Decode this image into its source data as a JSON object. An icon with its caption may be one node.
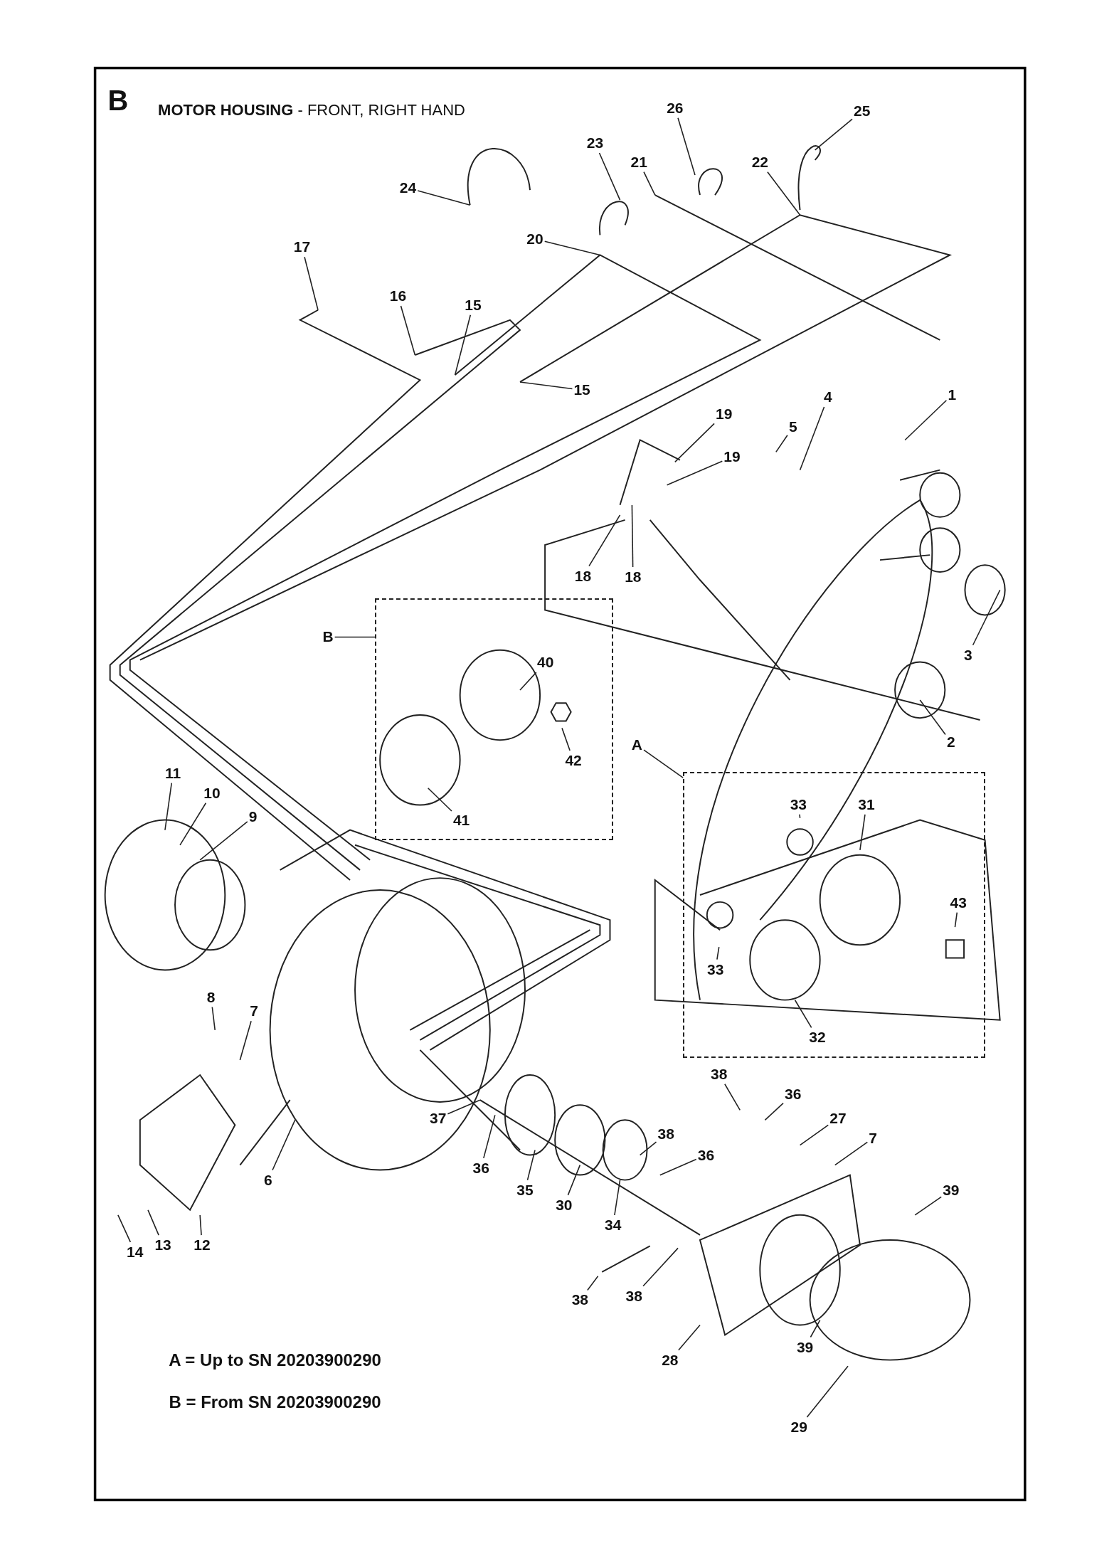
{
  "diagram": {
    "title": "**MOTOR HOUSING** - FRONT, RIGHT HAND",
    "nodes": [
      {
        "text": [
          "26"
        ]
      },
      {
        "text": [
          "25"
        ]
      },
      {
        "text": [
          "23"
        ]
      },
      {
        "text": [
          "21"
        ]
      },
      {
        "text": [
          "22"
        ]
      },
      {
        "text": [
          "24"
        ]
      },
      {
        "text": [
          "20"
        ]
      },
      {
        "text": [
          "17"
        ]
      },
      {
        "text": [
          "16"
        ]
      },
      {
        "text": [
          "15"
        ]
      },
      {
        "text": [
          "15"
        ]
      },
      {
        "text": [
          "1"
        ]
      },
      {
        "text": [
          "4"
        ]
      },
      {
        "text": [
          "19"
        ]
      },
      {
        "text": [
          "5"
        ]
      },
      {
        "text": [
          "19"
        ]
      },
      {
        "text": [
          "18"
        ]
      },
      {
        "text": [
          "18"
        ]
      },
      {
        "text": [
          "B"
        ]
      },
      {
        "text": [],
        "shape": "box"
      },
      {
        "text": [
          "40"
        ],
        "in": 19
      },
      {
        "text": [
          "41"
        ],
        "in": 19
      },
      {
        "text": [
          "42"
        ],
        "in": 19
      },
      {
        "text": [
          "3"
        ]
      },
      {
        "text": [
          "A"
        ]
      },
      {
        "text": [],
        "shape": "box"
      },
      {
        "text": [
          "33"
        ],
        "in": 25
      },
      {
        "text": [
          "31"
        ],
        "in": 25
      },
      {
        "text": [
          "43"
        ],
        "in": 25
      },
      {
        "text": [
          "33"
        ],
        "in": 25
      },
      {
        "text": [
          "32"
        ],
        "in": 25
      },
      {
        "text": [
          "2"
        ]
      },
      {
        "text": [
          "11"
        ]
      },
      {
        "text": [
          "10"
        ]
      },
      {
        "text": [
          "9"
        ]
      },
      {
        "text": [
          "8"
        ]
      },
      {
        "text": [
          "7"
        ]
      },
      {
        "text": [
          "38"
        ]
      },
      {
        "text": [
          "36"
        ]
      },
      {
        "text": [
          "27"
        ]
      },
      {
        "text": [
          "7"
        ]
      },
      {
        "text": [
          "37"
        ]
      },
      {
        "text": [
          "38"
        ]
      },
      {
        "text": [
          "36"
        ]
      },
      {
        "text": [
          "36"
        ]
      },
      {
        "text": [
          "6"
        ]
      },
      {
        "text": [
          "35"
        ]
      },
      {
        "text": [
          "39"
        ]
      },
      {
        "text": [
          "30"
        ]
      },
      {
        "text": [
          "34"
        ]
      },
      {
        "text": [
          "12"
        ]
      },
      {
        "text": [
          "13"
        ]
      },
      {
        "text": [
          "14"
        ]
      },
      {
        "text": [
          "38"
        ]
      },
      {
        "text": [
          "38"
        ]
      },
      {
        "text": [
          "28"
        ]
      },
      {
        "text": [
          "39"
        ]
      },
      {
        "text": [
          "29"
        ]
      }
    ],
    "edges": [
      {
        "from": 0,
        "to": null,
        "arrow": "none"
      },
      {
        "from": 1,
        "to": null,
        "arrow": "none"
      },
      {
        "from": 2,
        "to": null,
        "arrow": "none"
      },
      {
        "from": 3,
        "to": null,
        "arrow": "none"
      },
      {
        "from": 4,
        "to": null,
        "arrow": "none"
      },
      {
        "from": 5,
        "to": null,
        "arrow": "none"
      },
      {
        "from": 6,
        "to": null,
        "arrow": "none"
      },
      {
        "from": 7,
        "to": null,
        "arrow": "none"
      },
      {
        "from": 8,
        "to": null,
        "arrow": "none"
      },
      {
        "from": 9,
        "to": null,
        "arrow": "none"
      },
      {
        "from": 10,
        "to": null,
        "arrow": "none"
      },
      {
        "from": 11,
        "to": null,
        "arrow": "none"
      },
      {
        "from": 12,
        "to": null,
        "arrow": "none"
      },
      {
        "from": 13,
        "to": null,
        "arrow": "none"
      },
      {
        "from": 14,
        "to": null,
        "arrow": "none"
      },
      {
        "from": 15,
        "to": null,
        "arrow": "none"
      },
      {
        "from": 16,
        "to": null,
        "arrow": "none"
      },
      {
        "from": 17,
        "to": null,
        "arrow": "none"
      },
      {
        "from": 18,
        "to": 19,
        "arrow": "none"
      },
      {
        "from": 20,
        "to": null,
        "arrow": "none"
      },
      {
        "from": 21,
        "to": null,
        "arrow": "none"
      },
      {
        "from": 22,
        "to": null,
        "arrow": "none"
      },
      {
        "from": 23,
        "to": null,
        "arrow": "none"
      },
      {
        "from": 24,
        "to": 25,
        "arrow": "none"
      },
      {
        "from": 26,
        "to": null,
        "arrow": "none"
      },
      {
        "from": 27,
        "to": null,
        "arrow": "none"
      },
      {
        "from": 28,
        "to": null,
        "arrow": "none"
      },
      {
        "from": 29,
        "to": null,
        "arrow": "none"
      },
      {
        "from": 30,
        "to": null,
        "arrow": "none"
      },
      {
        "from": 31,
        "to": null,
        "arrow": "none"
      },
      {
        "from": 32,
        "to": null,
        "arrow": "none"
      },
      {
        "from": 33,
        "to": null,
        "arrow": "none"
      },
      {
        "from": 34,
        "to": null,
        "arrow": "none"
      },
      {
        "from": 35,
        "to": null,
        "arrow": "none"
      },
      {
        "from": 36,
        "to": null,
        "arrow": "none"
      },
      {
        "from": 37,
        "to": null,
        "arrow": "none"
      },
      {
        "from": 38,
        "to": null,
        "arrow": "none"
      },
      {
        "from": 39,
        "to": null,
        "arrow": "none"
      },
      {
        "from": 40,
        "to": null,
        "arrow": "none"
      },
      {
        "from": 41,
        "to": null,
        "arrow": "none"
      },
      {
        "from": 42,
        "to": null,
        "arrow": "none"
      },
      {
        "from": 43,
        "to": null,
        "arrow": "none"
      },
      {
        "from": 44,
        "to": null,
        "arrow": "none"
      },
      {
        "from": 45,
        "to": null,
        "arrow": "none"
      },
      {
        "from": 46,
        "to": null,
        "arrow": "none"
      },
      {
        "from": 47,
        "to": null,
        "arrow": "none"
      },
      {
        "from": 48,
        "to": null,
        "arrow": "none"
      },
      {
        "from": 49,
        "to": null,
        "arrow": "none"
      },
      {
        "from": 50,
        "to": null,
        "arrow": "none"
      },
      {
        "from": 51,
        "to": null,
        "arrow": "none"
      },
      {
        "from": 52,
        "to": null,
        "arrow": "none"
      },
      {
        "from": 53,
        "to": null,
        "arrow": "none"
      },
      {
        "from": 54,
        "to": null,
        "arrow": "none"
      },
      {
        "from": 55,
        "to": null,
        "arrow": "none"
      },
      {
        "from": 56,
        "to": null,
        "arrow": "none"
      },
      {
        "from": 57,
        "to": null,
        "arrow": "none"
      }
    ],
    "labels": [
      "B",
      "A = Up to SN 20203900290",
      "B = From SN 20203900290"
    ]
  }
}
